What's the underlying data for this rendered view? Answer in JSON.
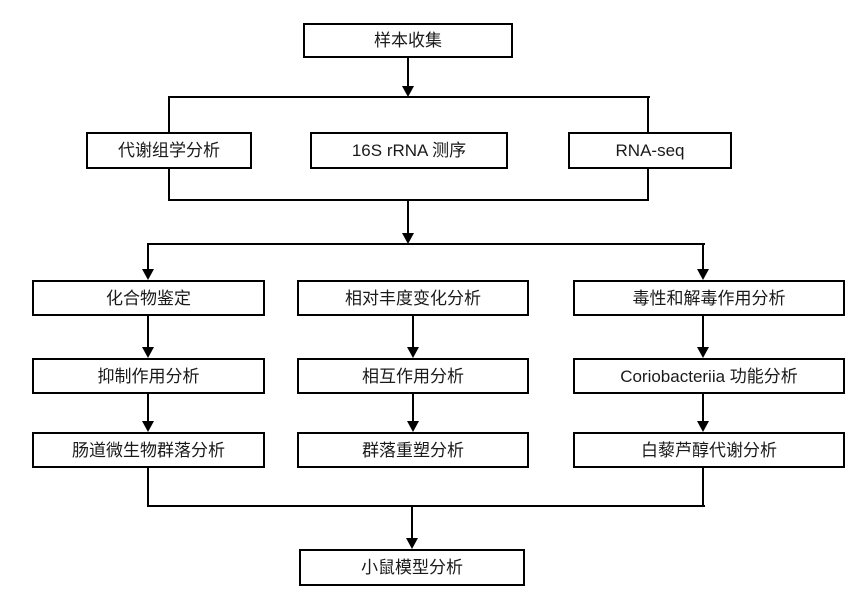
{
  "diagram": {
    "type": "flowchart",
    "colors": {
      "background": "#ffffff",
      "box_fill": "#ffffff",
      "box_border": "#000000",
      "line": "#000000",
      "text": "#1a1a1a"
    },
    "nodes": {
      "sample_collection": {
        "label": "样本收集"
      },
      "metabolomics": {
        "label": "代谢组学分析"
      },
      "rrna_sequencing": {
        "label": "16S rRNA 测序"
      },
      "rna_seq": {
        "label": "RNA-seq"
      },
      "compound_identification": {
        "label": "化合物鉴定"
      },
      "relative_abundance": {
        "label": "相对丰度变化分析"
      },
      "toxicity_detox": {
        "label": "毒性和解毒作用分析"
      },
      "inhibition": {
        "label": "抑制作用分析"
      },
      "interaction": {
        "label": "相互作用分析"
      },
      "coriobacteriia_function": {
        "label": "Coriobacteriia 功能分析"
      },
      "gut_microbiota": {
        "label": "肠道微生物群落分析"
      },
      "community_remodeling": {
        "label": "群落重塑分析"
      },
      "resveratrol_metabolism": {
        "label": "白藜芦醇代谢分析"
      },
      "mouse_model": {
        "label": "小鼠模型分析"
      }
    },
    "edges": [
      "样本收集 -> 代谢组学分析",
      "样本收集 -> 16S rRNA 测序",
      "样本收集 -> RNA-seq",
      "代谢组学分析/16S rRNA 测序/RNA-seq -> 化合物鉴定",
      "代谢组学分析/16S rRNA 测序/RNA-seq -> 相对丰度变化分析",
      "代谢组学分析/16S rRNA 测序/RNA-seq -> 毒性和解毒作用分析",
      "化合物鉴定 -> 抑制作用分析",
      "抑制作用分析 -> 肠道微生物群落分析",
      "相对丰度变化分析 -> 相互作用分析",
      "相互作用分析 -> 群落重塑分析",
      "毒性和解毒作用分析 -> Coriobacteriia 功能分析",
      "Coriobacteriia 功能分析 -> 白藜芦醇代谢分析",
      "肠道微生物群落分析/群落重塑分析/白藜芦醇代谢分析 -> 小鼠模型分析"
    ]
  }
}
